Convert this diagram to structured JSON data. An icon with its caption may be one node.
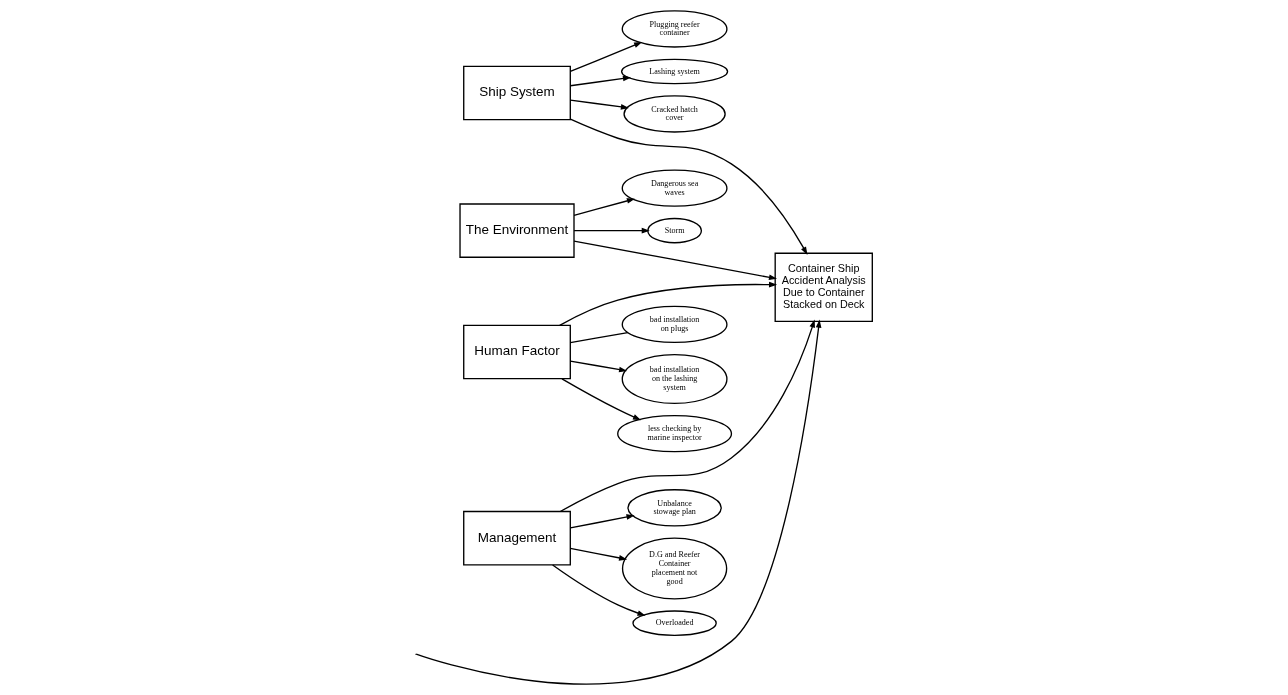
{
  "diagram": {
    "nodes": [
      {
        "text": [
          "Ship System"
        ]
      },
      {
        "text": [
          "Plugging reefer container"
        ]
      },
      {
        "text": [
          "Lashing system"
        ]
      },
      {
        "text": [
          "Cracked hatch cover"
        ]
      },
      {
        "text": [
          "The Environment"
        ]
      },
      {
        "text": [
          "Dangerous sea waves"
        ]
      },
      {
        "text": [
          "Storm"
        ]
      },
      {
        "text": [
          "Container Ship Accident Analysis Due to Container Stacked on Deck"
        ]
      },
      {
        "text": [
          "bad installation on plugs"
        ]
      },
      {
        "text": [
          "bad installation on the lashing system"
        ]
      },
      {
        "text": [
          "less checking by marine inspector"
        ]
      },
      {
        "text": [
          "Unbalance stowage plan"
        ]
      },
      {
        "text": [
          "D.G and Reefer Container placement not good"
        ]
      },
      {
        "text": [
          "Overloaded"
        ]
      },
      {
        "text": [
          "Human Factor"
        ]
      },
      {
        "text": [
          "Management"
        ]
      }
    ],
    "edges": [
      {
        "from": 0,
        "to": 1,
        "arrow": "to"
      },
      {
        "from": 0,
        "to": 2,
        "arrow": "to"
      },
      {
        "from": 0,
        "to": 3,
        "arrow": "to"
      },
      {
        "from": 4,
        "to": 5,
        "arrow": "to"
      },
      {
        "from": 4,
        "to": 6,
        "arrow": "to"
      },
      {
        "from": 14,
        "to": 8,
        "arrow": "none"
      },
      {
        "from": 14,
        "to": 9,
        "arrow": "to"
      },
      {
        "from": 14,
        "to": 10,
        "arrow": "to"
      },
      {
        "from": 15,
        "to": 11,
        "arrow": "to"
      },
      {
        "from": 15,
        "to": 12,
        "arrow": "to"
      },
      {
        "from": 15,
        "to": 13,
        "arrow": "to"
      },
      {
        "from": 0,
        "to": 7,
        "arrow": "to"
      },
      {
        "from": 4,
        "to": 7,
        "arrow": "to"
      },
      {
        "from": 14,
        "to": 7,
        "arrow": "to"
      },
      {
        "from": 15,
        "to": 7,
        "arrow": "to"
      },
      {
        "from": null,
        "to": 7,
        "arrow": "to"
      }
    ]
  }
}
